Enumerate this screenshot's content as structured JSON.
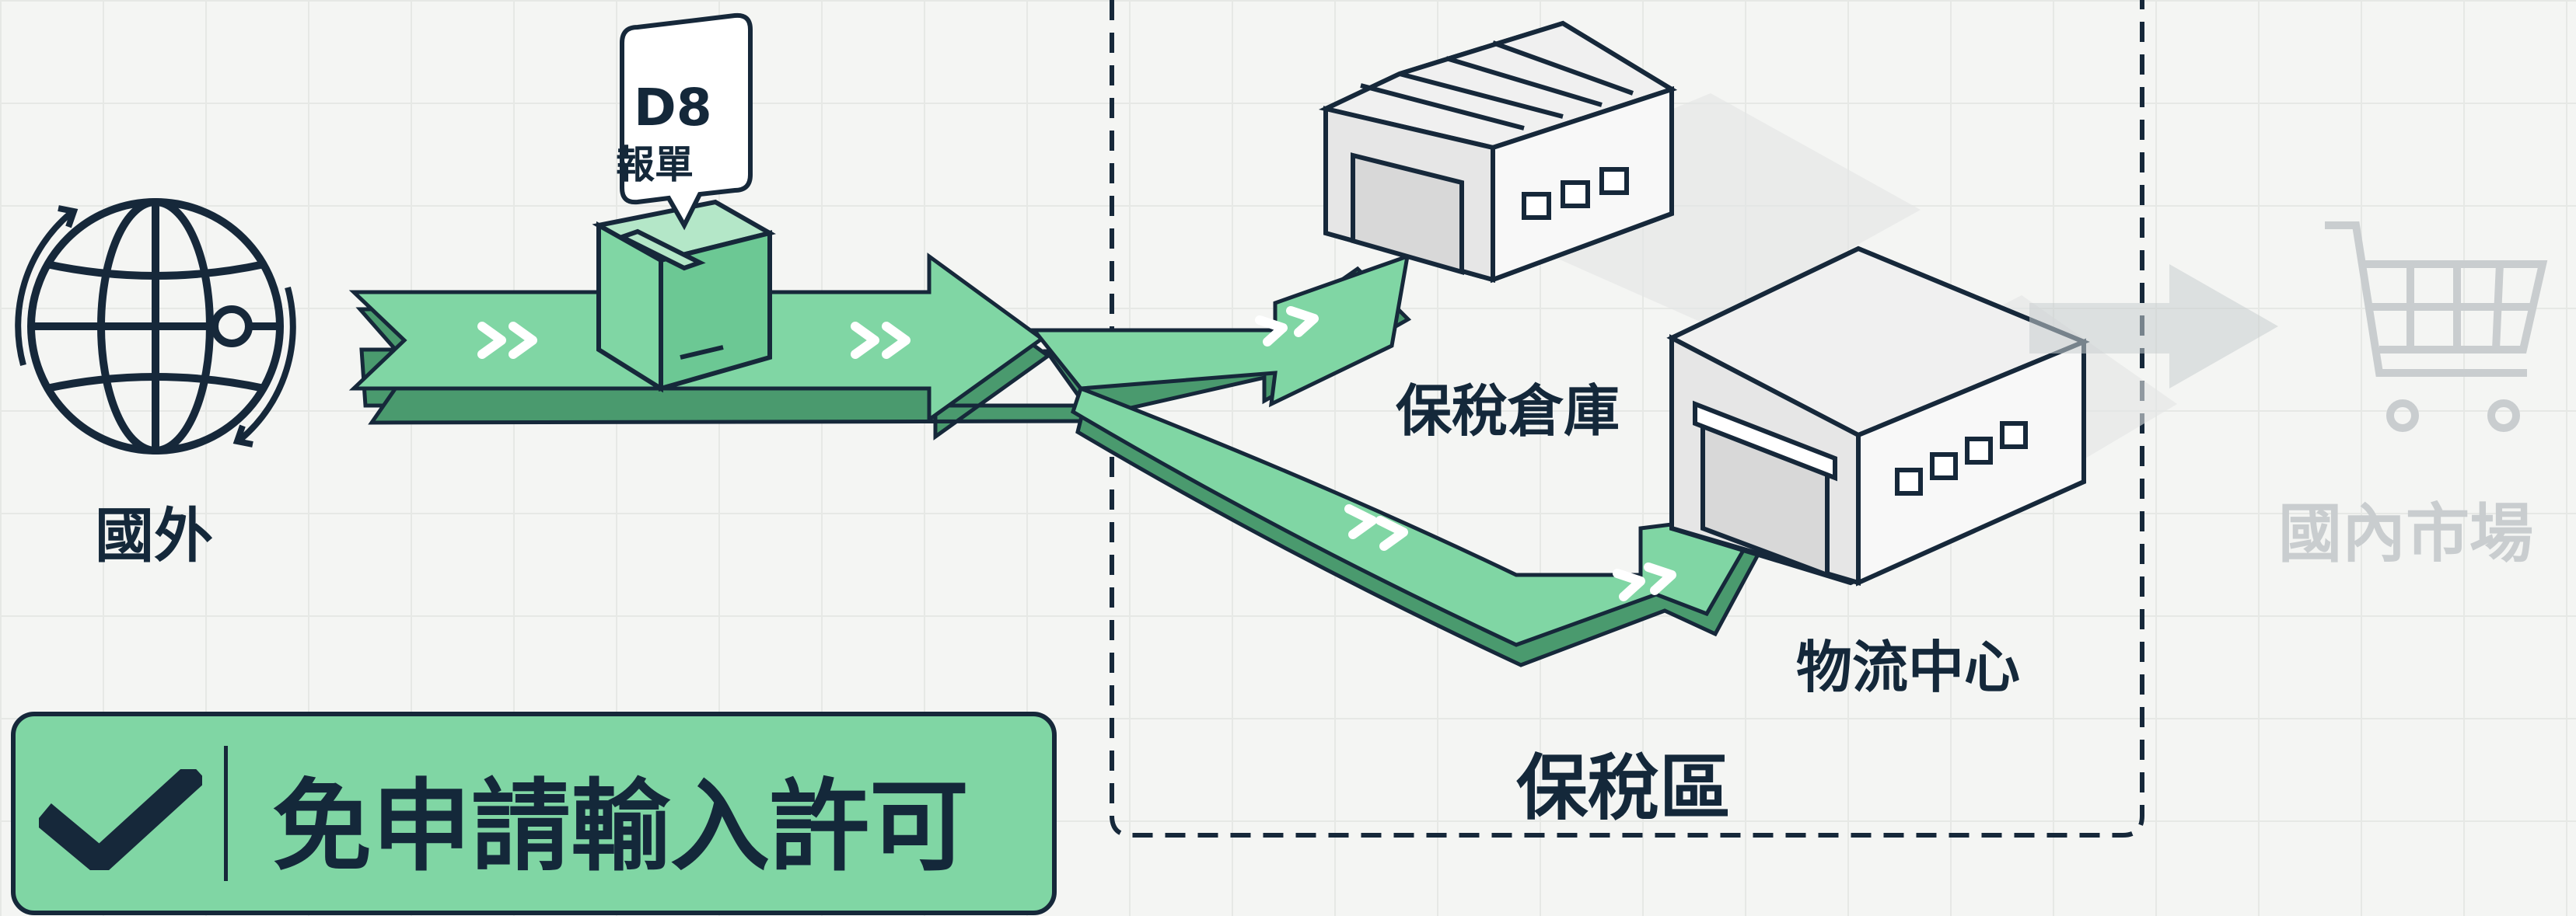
{
  "diagram": {
    "nodes": {
      "abroad": "國外",
      "bonded_warehouse": "保稅倉庫",
      "logistics_center": "物流中心",
      "bonded_zone": "保稅區",
      "domestic_market": "國內市場"
    },
    "document": {
      "code": "D8",
      "name": "報單"
    },
    "badge": {
      "text": "免申請輸入許可"
    },
    "icons": [
      "globe-icon",
      "package-box-icon",
      "warehouse-icon",
      "shopping-cart-icon",
      "checkmark-icon",
      "chevron-double-icon"
    ],
    "colors": {
      "arrow_green": "#80d6a4",
      "arrow_dark_green": "#4a9a6e",
      "outline": "#16283a",
      "faded": "#c9cdcf",
      "background": "#f4f5f3"
    }
  }
}
